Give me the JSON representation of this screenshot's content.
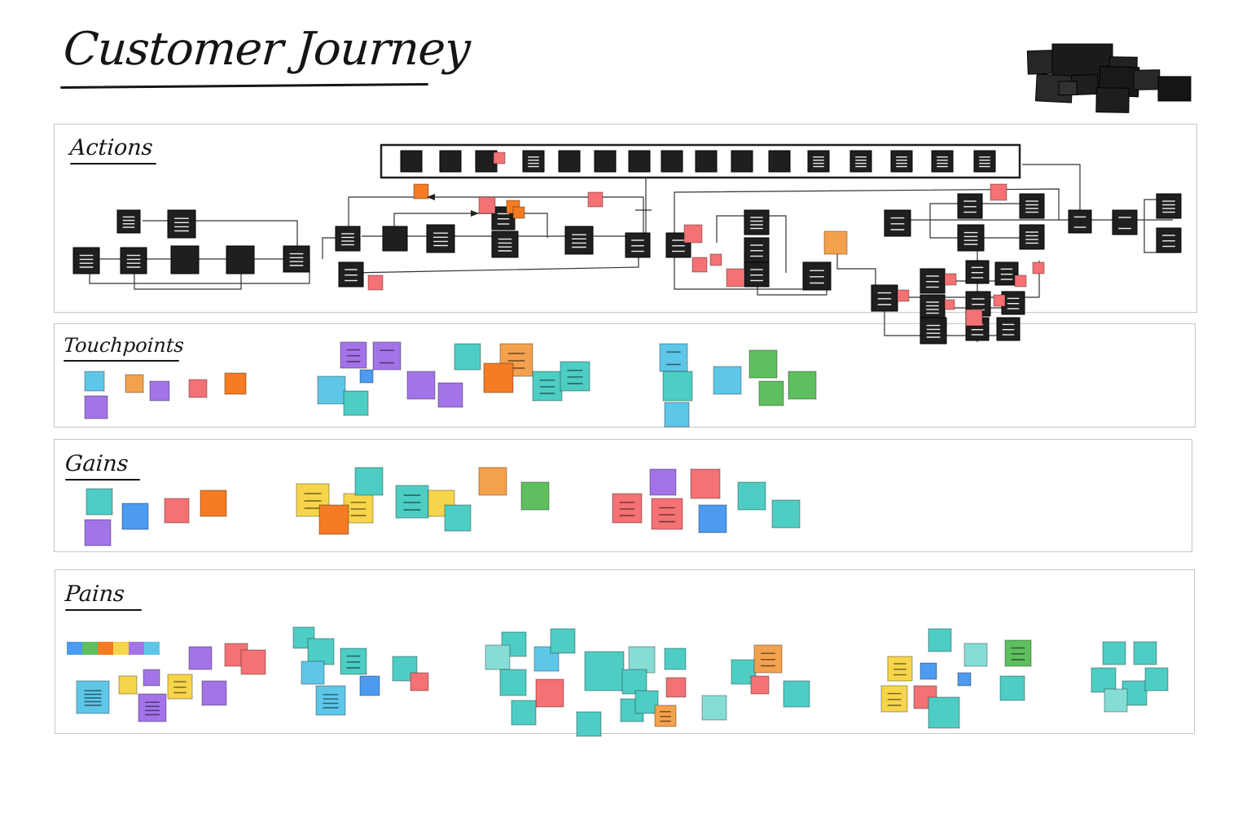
{
  "title": "Customer Journey",
  "lanes": {
    "actions": "Actions",
    "touchpoints": "Touchpoints",
    "gains": "Gains",
    "pains": "Pains"
  },
  "colors": {
    "black": "#1f1f1f",
    "red": "#f47174",
    "orange": "#f57c22",
    "light_orange": "#f4a14e",
    "yellow": "#f7d54a",
    "teal": "#4ecdc4",
    "light_teal": "#86ddd6",
    "cyan": "#5ec7e8",
    "blue": "#4c9bf0",
    "purple": "#a374e8",
    "green": "#5fbf5f"
  }
}
